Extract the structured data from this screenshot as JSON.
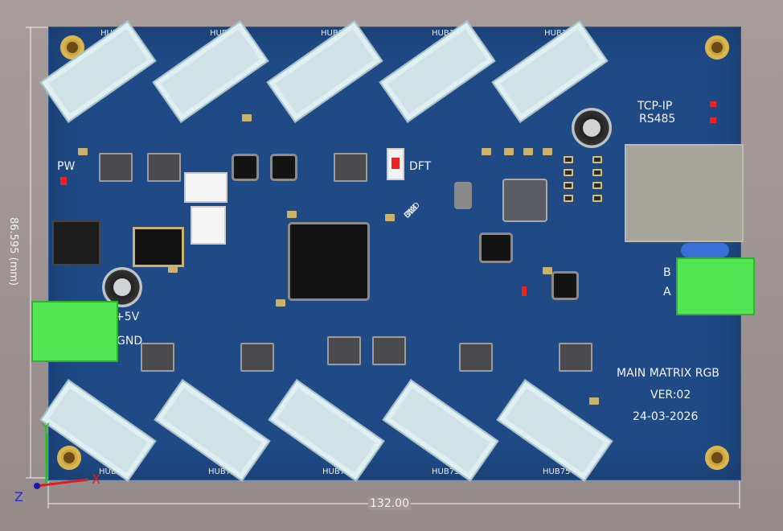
{
  "board": {
    "width_label": "132.00",
    "height_label": "86.595 (mm)",
    "axes": {
      "x": "X",
      "y": "Y",
      "z": "Z"
    }
  },
  "labels": {
    "pw": "PW",
    "dft": "DFT",
    "plus5v": "+5V",
    "gnd": "GND",
    "tcp_ip": "TCP-IP",
    "rs485": "RS485",
    "b": "B",
    "a": "A",
    "title": "MAIN MATRIX RGB",
    "version": "VER:02",
    "date": "24-03-2026",
    "pin_3v": "3V",
    "pin_gnd": "GND",
    "pin_dio": "DIO",
    "pin_clk": "CLK"
  },
  "top_hubs": [
    "HUB",
    "HUB1",
    "HUB12",
    "HUB12-",
    "HUB12-5"
  ],
  "bottom_hubs": [
    "HUB",
    "HUB7",
    "HUB75",
    "HUB75-",
    "HUB75-5"
  ],
  "colors": {
    "board": "#1f4a86",
    "silk": "#f2f2f2",
    "gold": "#c9a441",
    "terminal": "#52e652"
  }
}
